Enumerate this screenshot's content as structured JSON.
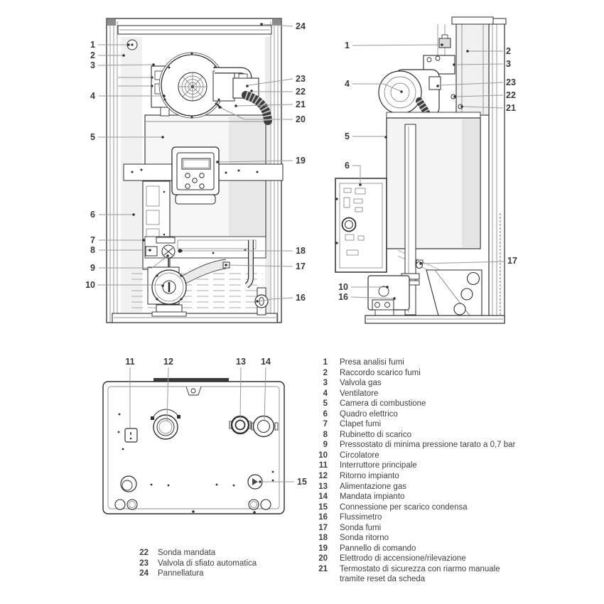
{
  "document": {
    "type": "boiler-exploded-parts-diagram",
    "language": "it"
  },
  "colors": {
    "background": "#ffffff",
    "drawing_line": "#2e2e2e",
    "leader_line": "#9a9a9a",
    "text": "#3f3f3f",
    "light_fill": "#f2f2f2",
    "shade_fill": "#e5e5e5",
    "hose_dark": "#3d3d3d"
  },
  "callouts": {
    "front_left": [
      "1",
      "2",
      "3",
      "4",
      "5",
      "6",
      "7",
      "8",
      "9",
      "10"
    ],
    "front_right": [
      "24",
      "23",
      "22",
      "21",
      "20",
      "19",
      "18",
      "17",
      "16"
    ],
    "side_left": [
      "1",
      "4",
      "5",
      "6",
      "10",
      "16"
    ],
    "side_right": [
      "2",
      "3",
      "23",
      "22",
      "21",
      "17"
    ],
    "bottom_top": [
      "11",
      "12",
      "13",
      "14"
    ],
    "bottom_side": [
      "15"
    ]
  },
  "legend_main": {
    "items": [
      {
        "num": "1",
        "label": "Presa analisi fumi"
      },
      {
        "num": "2",
        "label": "Raccordo scarico fumi"
      },
      {
        "num": "3",
        "label": "Valvola gas"
      },
      {
        "num": "4",
        "label": "Ventilatore"
      },
      {
        "num": "5",
        "label": "Camera di combustione"
      },
      {
        "num": "6",
        "label": "Quadro elettrico"
      },
      {
        "num": "7",
        "label": "Clapet fumi"
      },
      {
        "num": "8",
        "label": "Rubinetto di scarico"
      },
      {
        "num": "9",
        "label": "Pressostato di minima pressione tarato a 0,7 bar"
      },
      {
        "num": "10",
        "label": "Circolatore"
      },
      {
        "num": "11",
        "label": "Interruttore principale"
      },
      {
        "num": "12",
        "label": "Ritorno impianto"
      },
      {
        "num": "13",
        "label": "Alimentazione gas"
      },
      {
        "num": "14",
        "label": "Mandata impianto"
      },
      {
        "num": "15",
        "label": "Connessione per scarico condensa"
      },
      {
        "num": "16",
        "label": "Flussimetro"
      },
      {
        "num": "17",
        "label": "Sonda fumi"
      },
      {
        "num": "18",
        "label": "Sonda ritorno"
      },
      {
        "num": "19",
        "label": "Pannello di comando"
      },
      {
        "num": "20",
        "label": "Elettrodo di accensione/rilevazione"
      },
      {
        "num": "21",
        "label": "Termostato di sicurezza con riarmo manuale",
        "label2": "tramite reset da scheda"
      }
    ]
  },
  "legend_bottom": {
    "items": [
      {
        "num": "22",
        "label": "Sonda mandata"
      },
      {
        "num": "23",
        "label": "Valvola di sfiato automatica"
      },
      {
        "num": "24",
        "label": "Pannellatura"
      }
    ]
  }
}
